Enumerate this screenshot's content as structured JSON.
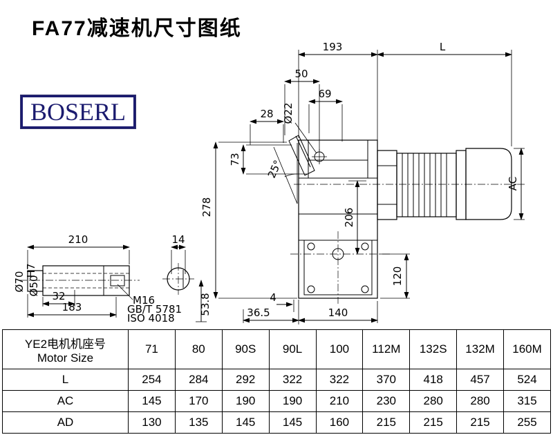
{
  "page": {
    "title": "FA77减速机尺寸图纸",
    "logo": "BOSERL"
  },
  "drawing": {
    "dims": {
      "d193": "193",
      "dL": "L",
      "d50": "50",
      "d69": "69",
      "d22": "Ø22",
      "d28": "28",
      "d73": "73",
      "d25": "25°",
      "d278": "278",
      "d206": "206",
      "dAC": "AC",
      "d120": "120",
      "d4": "4",
      "d36_5": "36.5",
      "d140": "140",
      "d210": "210",
      "d14": "14",
      "d70": "Ø70",
      "d50b": "Ø50",
      "d50tol": "H7",
      "d32": "32",
      "d183": "183",
      "m16": "M16",
      "gbt": "GB/T 5781",
      "iso": "ISO 4018",
      "d53_8": "53.8"
    }
  },
  "table": {
    "header_cn": "YE2电机机座号",
    "header_en": "Motor Size",
    "columns": [
      "71",
      "80",
      "90S",
      "90L",
      "100",
      "112M",
      "132S",
      "132M",
      "160M"
    ],
    "rows": [
      {
        "label": "L",
        "values": [
          "254",
          "284",
          "292",
          "322",
          "322",
          "370",
          "418",
          "457",
          "524"
        ]
      },
      {
        "label": "AC",
        "values": [
          "145",
          "170",
          "190",
          "190",
          "210",
          "230",
          "280",
          "280",
          "315"
        ]
      },
      {
        "label": "AD",
        "values": [
          "130",
          "135",
          "145",
          "145",
          "160",
          "215",
          "215",
          "215",
          "255"
        ]
      }
    ]
  }
}
